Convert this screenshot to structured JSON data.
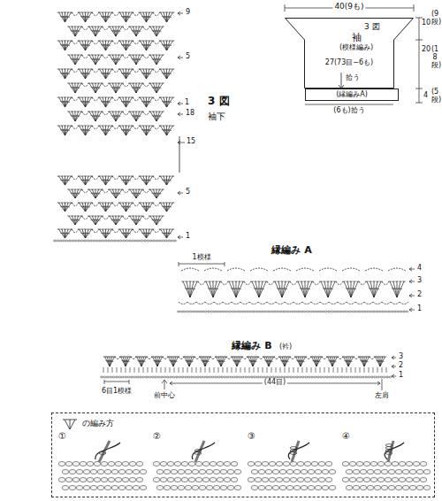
{
  "diagram": {
    "nodes": [
      {
        "text": [
          "袖",
          "(模様編み)"
        ]
      },
      {
        "text": [
          "(縁編みA)"
        ]
      },
      {
        "text": [
          "の編み方"
        ]
      }
    ],
    "labels": [
      "9",
      "5",
      "1",
      "18",
      "15",
      "5",
      "1",
      "3 図",
      "袖下",
      "40(9も)",
      "3 図",
      "10",
      "(9段)",
      "20",
      "(18段)",
      "27(73目−6も)",
      "拾う",
      "4",
      "(5段)",
      "(6も)拾う",
      "縁編み A",
      "1模様",
      "4",
      "3",
      "2",
      "1",
      "縁編み B",
      "(衿)",
      "3",
      "2",
      "1",
      "6目1模様",
      "前中心",
      "(44目)",
      "左肩",
      "①",
      "②",
      "③",
      "④"
    ]
  }
}
